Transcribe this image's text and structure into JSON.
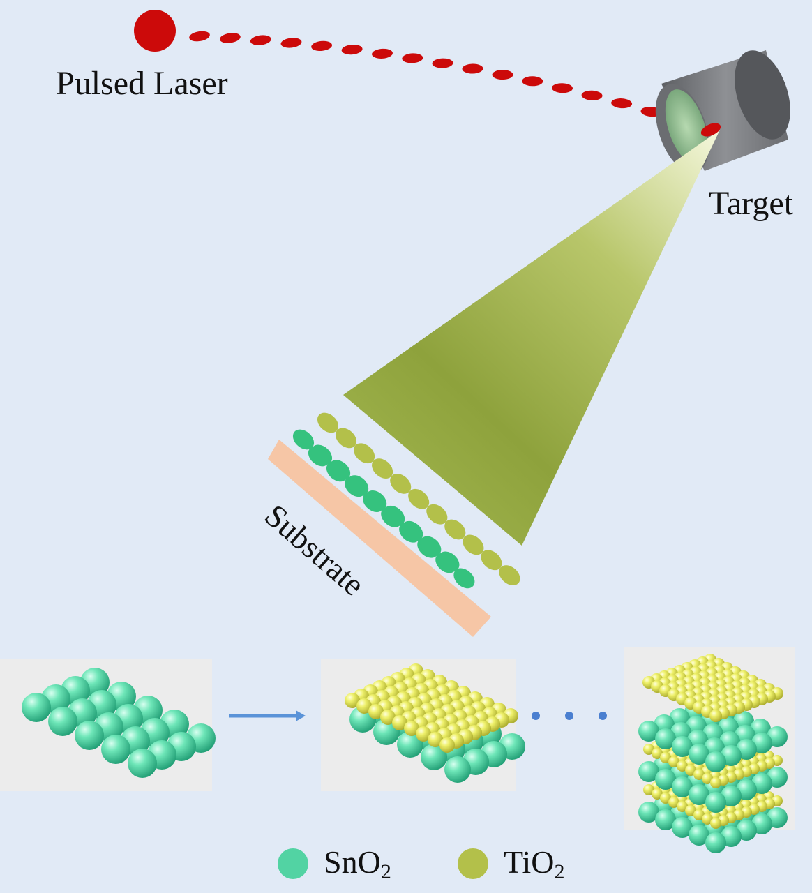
{
  "labels": {
    "laser": "Pulsed Laser",
    "target": "Target",
    "substrate": "Substrate"
  },
  "legend": [
    {
      "formula": "SnO",
      "subscript": "2",
      "color": "#52d3a3",
      "material": "SnO2"
    },
    {
      "formula": "TiO",
      "subscript": "2",
      "color": "#b3c04a",
      "material": "TiO2"
    }
  ],
  "colors": {
    "background": "#e1eaf6",
    "laser_beam": "#cc0a0a",
    "plume_dark": "#8fa33a",
    "plume_light": "#e9f0c4",
    "target_body": "#7c7e82",
    "target_face": "#9bc59b",
    "substrate": "#f6c6a6",
    "sno2": "#52d3a3",
    "tio2": "#b3c04a",
    "growth_arrow": "#5a93d8",
    "panel_background": "#ececec"
  },
  "growth_sequence": [
    {
      "stage": "sno2-monolayer"
    },
    {
      "stage": "tio2-on-sno2-bilayer"
    },
    {
      "stage": "alternating-multilayer-stack"
    }
  ],
  "icons": {
    "continuation": "ellipsis-dots-icon",
    "growth": "right-arrow-icon"
  }
}
